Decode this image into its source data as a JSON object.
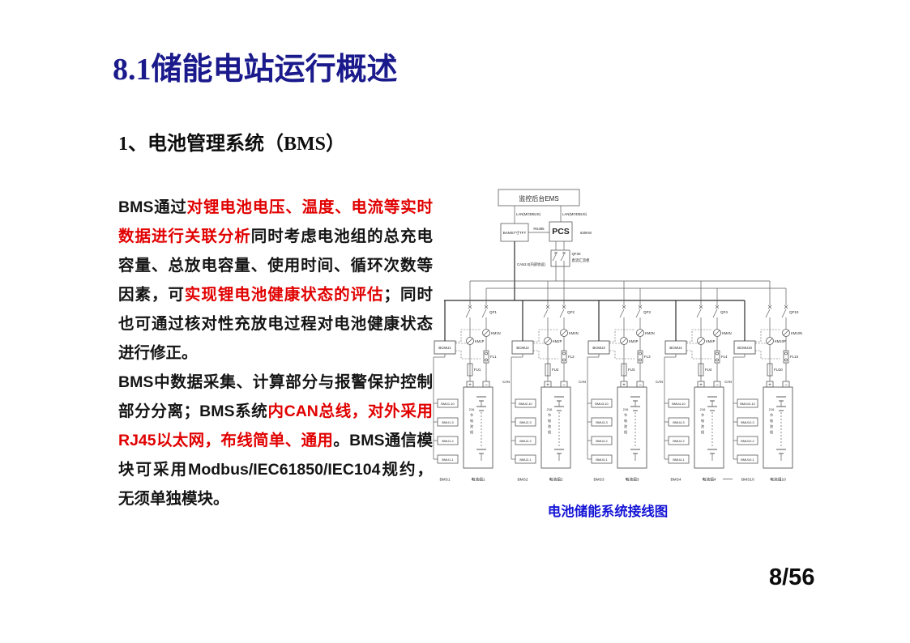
{
  "slide": {
    "title": "8.1储能电站运行概述",
    "subtitle": "1、电池管理系统（BMS）",
    "caption": "电池储能系统接线图",
    "page_number": "8/56"
  },
  "colors": {
    "title_navy": "#1a1a8c",
    "highlight_red": "#e10000",
    "caption_blue": "#1414d6",
    "body_black": "#141414"
  },
  "paragraphs": [
    {
      "segments": [
        {
          "text": "BMS通过",
          "red": false
        },
        {
          "text": "对锂电池电压、温度、电流等实时数据进行关联分析",
          "red": true
        },
        {
          "text": "同时考虑电池组的总充电容量、总放电容量、使用时间、循环次数等因素，可",
          "red": false
        },
        {
          "text": "实现锂电池健康状态的评估",
          "red": true
        },
        {
          "text": "；同时也可通过核对性充放电过程对电池健康状态进行修正。",
          "red": false
        }
      ]
    },
    {
      "segments": [
        {
          "text": "BMS中数据采集、计算部分与报警保护控制部分分离；BMS系统",
          "red": false
        },
        {
          "text": "内CAN总线，对外采用RJ45以太网，布线简单、通用",
          "red": true
        },
        {
          "text": "。BMS通信模块可采用Modbus/IEC61850/IEC104规约，无须单独模块。",
          "red": false
        }
      ]
    }
  ],
  "diagram": {
    "ems": "监控后台EMS",
    "lan_left": "LAN(MODBUS)",
    "lan_right": "LAN(MODBUS)",
    "bams": "BAMS7寸TFT",
    "rs485": "RS485",
    "pcs": "PCS",
    "power": "630KW",
    "qf20": "QF20",
    "dc_cabinet": "直流汇流柜",
    "can_internal": "CAN2.0(内部协议)",
    "can_label": "CAN",
    "cells_label": "216节电池组",
    "gap_dashes": "------",
    "branches": [
      {
        "qf": "QF1",
        "km_n": "KM1N",
        "km_p": "KM1P",
        "bcmu": "BCMU1",
        "fl": "FL1",
        "fu": "FU1",
        "bmus": [
          "BMU1-10",
          "BMU1-3",
          "BMU1-2",
          "BMU1-1"
        ],
        "bms": "BMS1",
        "group": "电池组1"
      },
      {
        "qf": "QF2",
        "km_n": "KM2N",
        "km_p": "KM2P",
        "bcmu": "BCMU2",
        "fl": "FL2",
        "fu": "FU2",
        "bmus": [
          "BMU2-10",
          "BMU2-3",
          "BMU2-2",
          "BMU2-1"
        ],
        "bms": "BMS2",
        "group": "电池组2"
      },
      {
        "qf": "QF3",
        "km_n": "KM3N",
        "km_p": "KM3P",
        "bcmu": "BCMU3",
        "fl": "FL3",
        "fu": "FU3",
        "bmus": [
          "BMU3-10",
          "BMU3-3",
          "BMU3-2",
          "BMU3-1"
        ],
        "bms": "BMS3",
        "group": "电池组3"
      },
      {
        "qf": "QF4",
        "km_n": "KM4N",
        "km_p": "KM4P",
        "bcmu": "BCMU4",
        "fl": "FL4",
        "fu": "FU4",
        "bmus": [
          "BMU4-10",
          "BMU4-3",
          "BMU4-2",
          "BMU4-1"
        ],
        "bms": "BMS4",
        "group": "电池组4"
      },
      {
        "qf": "QF10",
        "km_n": "KM10N",
        "km_p": "KM10P",
        "bcmu": "BCMU10",
        "fl": "FL10",
        "fu": "FU10",
        "bmus": [
          "BMU10-10",
          "BMU10-3",
          "BMU10-2",
          "BMU10-1"
        ],
        "bms": "BMS10",
        "group": "电池组10"
      }
    ]
  }
}
